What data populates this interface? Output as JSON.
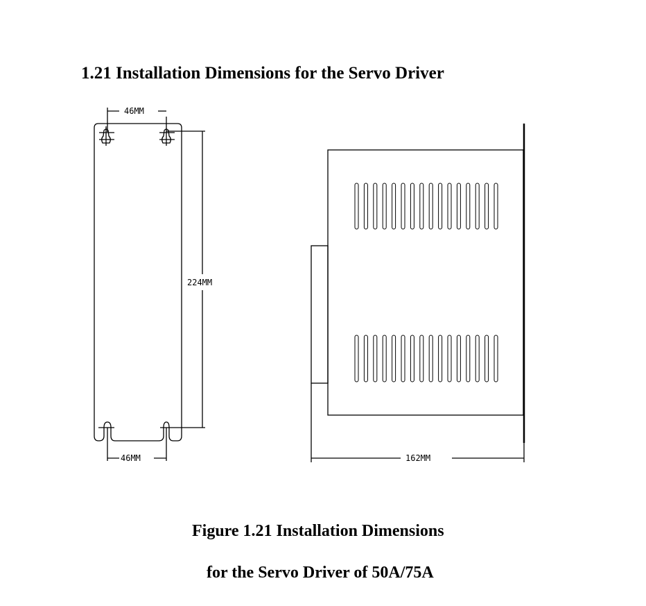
{
  "heading": "1.21 Installation Dimensions for the Servo Driver",
  "front_view": {
    "width_top": "46MM",
    "width_bottom": "46MM",
    "height": "224MM"
  },
  "side_view": {
    "depth": "162MM",
    "vent_slots_per_row": 16
  },
  "caption": {
    "line1": "Figure 1.21 Installation Dimensions",
    "line2": "for the Servo Driver of 50A/75A"
  }
}
